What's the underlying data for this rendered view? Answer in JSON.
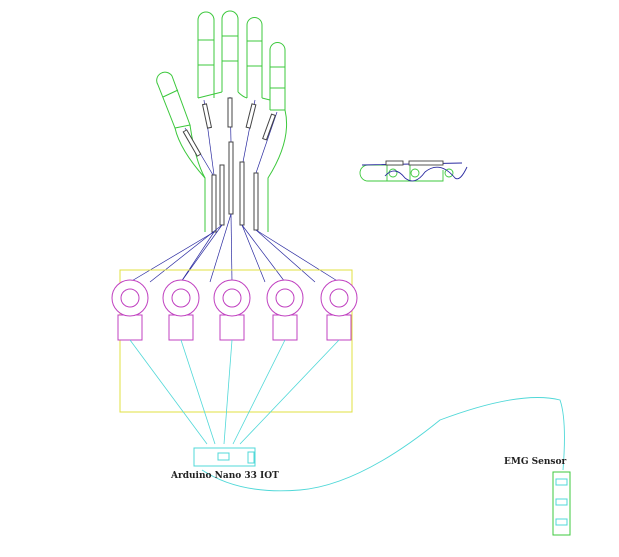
{
  "labels": {
    "controller": "Arduino Nano 33 IOT",
    "sensor": "EMG Sensor"
  },
  "colors": {
    "hand": "#3cc83c",
    "tendon": "#2a2aa0",
    "actuator": "#444444",
    "servo": "#c040c0",
    "frame": "#e0e040",
    "wire": "#50d8d8",
    "sensor_body": "#3cc83c"
  },
  "servo_count": 5
}
